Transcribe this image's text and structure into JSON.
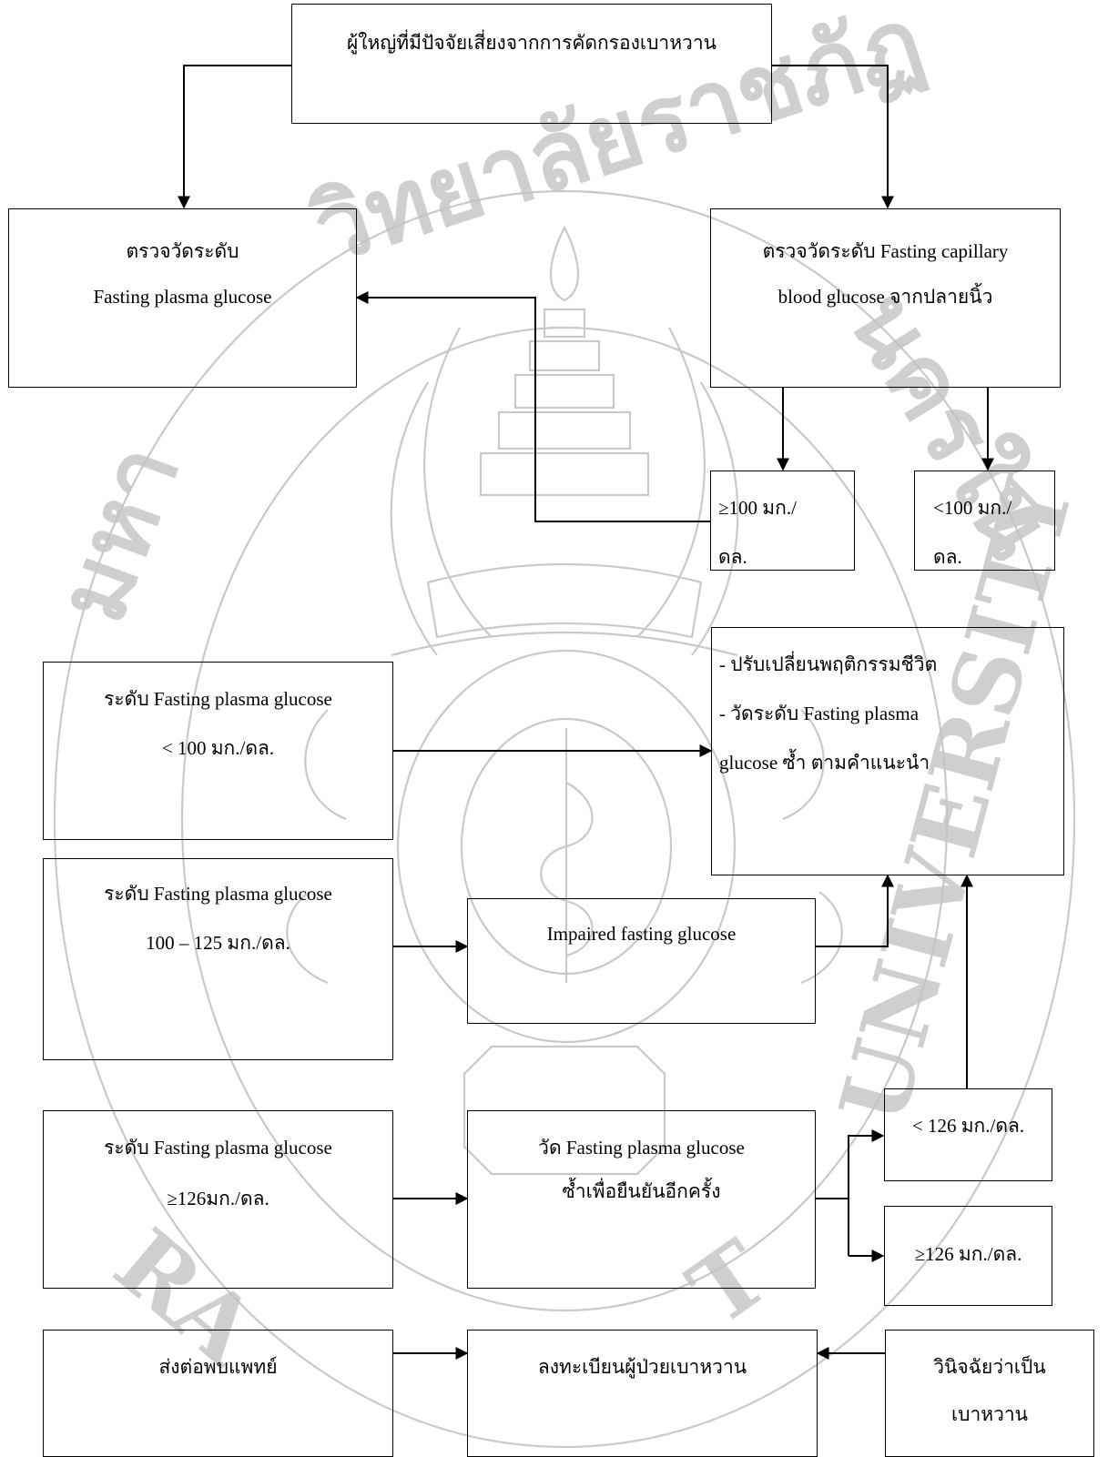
{
  "boxes": {
    "top": {
      "text": "ผู้ใหญ่ที่มีปัจจัยเสี่ยงจากการคัดกรองเบาหวาน"
    },
    "fpg_measure": {
      "line1": "ตรวจวัดระดับ",
      "line2": "Fasting plasma glucose"
    },
    "capillary": {
      "line1": "ตรวจวัดระดับ Fasting capillary",
      "line2": "blood glucose จากปลายนิ้ว"
    },
    "cap_high": {
      "line1": "≥100 มก./",
      "line2": "ดล."
    },
    "cap_low": {
      "line1": "<100 มก./",
      "line2": "ดล."
    },
    "lifestyle": {
      "line1": "- ปรับเปลี่ยนพฤติกรรมชีวิต",
      "line2": "- วัดระดับ Fasting plasma",
      "line3": "glucose ซ้ำ  ตามคำแนะนำ"
    },
    "fpg_low": {
      "line1": "ระดับ Fasting plasma glucose",
      "line2": "< 100 มก./ดล."
    },
    "fpg_mid": {
      "line1": "ระดับ Fasting plasma glucose",
      "line2": "100 – 125 มก./ดล."
    },
    "ifg": {
      "text": "Impaired fasting glucose"
    },
    "fpg_high": {
      "line1": "ระดับ Fasting plasma glucose",
      "line2": "≥126มก./ดล."
    },
    "repeat": {
      "line1": "วัด Fasting plasma glucose",
      "line2": "ซ้ำเพื่อยืนยันอีกครั้ง"
    },
    "rep_low": {
      "text": "< 126 มก./ดล."
    },
    "rep_high": {
      "text": "≥126 มก./ดล."
    },
    "refer": {
      "text": "ส่งต่อพบแพทย์"
    },
    "register": {
      "text": "ลงทะเบียนผู้ป่วยเบาหวาน"
    },
    "diagnosis": {
      "line1": "วินิจฉัยว่าเป็น",
      "line2": "เบาหวาน"
    }
  },
  "watermark": {
    "top_text": "วิทยาลัยราชภัฏ",
    "left_text": "มหา",
    "right_text": "นครใน",
    "bottom_right_text": "UNIVERSITY",
    "bottom_text": "RA",
    "bottom_text_2": "T"
  }
}
